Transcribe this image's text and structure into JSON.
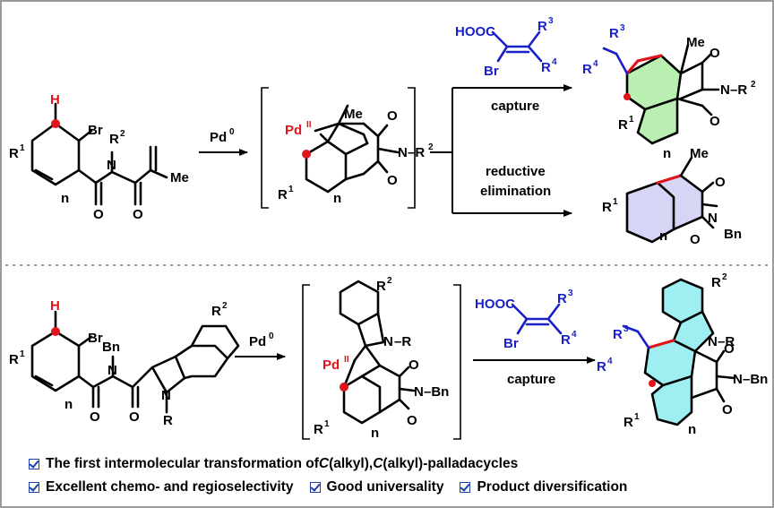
{
  "colors": {
    "heteroatom_label": "#e0141b",
    "reagent_label": "#1a20c8",
    "feature_check": "#1a3fb0",
    "fill_green": "#b9f0b2",
    "fill_lavender": "#d7d5f5",
    "fill_cyan": "#9eeef2"
  },
  "top": {
    "sm_labels": {
      "h": "H",
      "br": "Br",
      "r1": "R",
      "r1_sup": "1",
      "n": "n",
      "n_atom": "N",
      "r2": "R",
      "r2_sup": "2",
      "me": "Me",
      "o1": "O",
      "o2": "O"
    },
    "catalyst": "Pd",
    "catalyst_sup": "0",
    "intermediate": {
      "pd": "Pd",
      "pd_sup": "II",
      "me": "Me",
      "o1": "O",
      "o2": "O",
      "n_atom": "N",
      "r2": "–R",
      "r2_sup": "2",
      "r1": "R",
      "r1_sup": "1",
      "n": "n"
    },
    "reagent": {
      "hooc": "HOOC",
      "br": "Br",
      "r3": "R",
      "r3_sup": "3",
      "r4": "R",
      "r4_sup": "4"
    },
    "capture_label": "capture",
    "reductive_label_1": "reductive",
    "reductive_label_2": "elimination",
    "product_capture": {
      "r3": "R",
      "r3_sup": "3",
      "r4": "R",
      "r4_sup": "4",
      "me": "Me",
      "o1": "O",
      "o2": "O",
      "n_atom": "N",
      "r2": "–R",
      "r2_sup": "2",
      "r1": "R",
      "r1_sup": "1",
      "n": "n"
    },
    "product_reductive": {
      "me": "Me",
      "o1": "O",
      "o2": "O",
      "n_atom": "N",
      "bn": "Bn",
      "r1": "R",
      "r1_sup": "1",
      "n": "n"
    }
  },
  "bottom": {
    "sm_labels": {
      "h": "H",
      "br": "Br",
      "bn": "Bn",
      "n_amide": "N",
      "r1": "R",
      "r1_sup": "1",
      "n": "n",
      "o1": "O",
      "o2": "O",
      "r2": "R",
      "r2_sup": "2",
      "n_indole": "N",
      "r": "R"
    },
    "catalyst": "Pd",
    "catalyst_sup": "0",
    "intermediate": {
      "r2": "R",
      "r2_sup": "2",
      "n_indole": "N",
      "r": "–R",
      "pd": "Pd",
      "pd_sup": "II",
      "o1": "O",
      "o2": "O",
      "n_atom": "N",
      "bn": "–Bn",
      "r1": "R",
      "r1_sup": "1",
      "n": "n"
    },
    "reagent": {
      "hooc": "HOOC",
      "br": "Br",
      "r3": "R",
      "r3_sup": "3",
      "r4": "R",
      "r4_sup": "4"
    },
    "capture_label": "capture",
    "product": {
      "r2": "R",
      "r2_sup": "2",
      "r3": "R",
      "r3_sup": "3",
      "r4": "R",
      "r4_sup": "4",
      "n_indole": "N",
      "r": "–R",
      "o1": "O",
      "o2": "O",
      "n_atom": "N",
      "bn": "–Bn",
      "r1": "R",
      "r1_sup": "1",
      "n": "n"
    }
  },
  "features": {
    "line1_a": "The first intermolecular transformation of ",
    "line1_c1": "C",
    "line1_b": "(alkyl),",
    "line1_c2": "C",
    "line1_d": "(alkyl)-palladacycles",
    "item2": "Excellent chemo- and regioselectivity",
    "item3": "Good universality",
    "item4": "Product diversification"
  }
}
